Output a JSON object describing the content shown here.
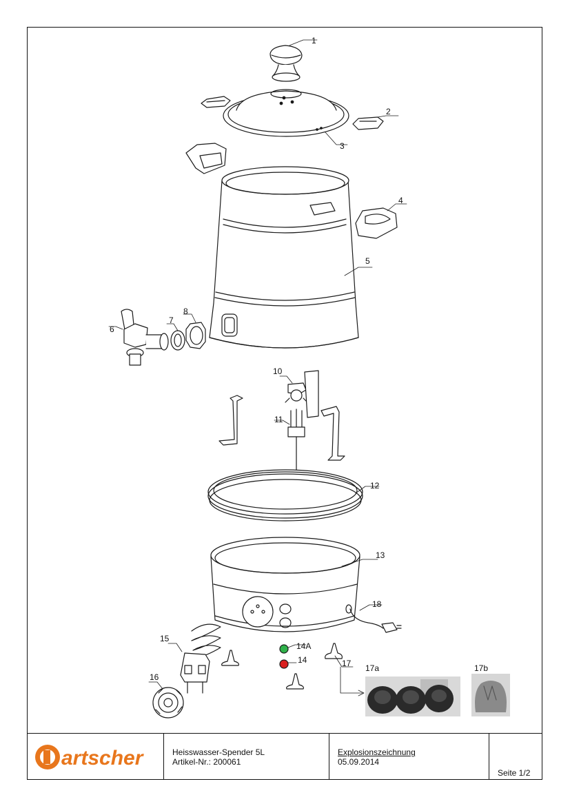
{
  "brand": {
    "name": "Bartscher",
    "color": "#e8761c"
  },
  "titleblock": {
    "product": "Heisswasser-Spender 5L",
    "article": "Artikel-Nr.: 200061",
    "doc_type": "Explosionszeichnung",
    "date": "05.09.2014",
    "page": "Seite 1/2"
  },
  "parts": [
    {
      "id": "p1",
      "label": "1"
    },
    {
      "id": "p2",
      "label": "2"
    },
    {
      "id": "p3",
      "label": "3"
    },
    {
      "id": "p4",
      "label": "4"
    },
    {
      "id": "p5",
      "label": "5"
    },
    {
      "id": "p6",
      "label": "6"
    },
    {
      "id": "p7",
      "label": "7"
    },
    {
      "id": "p8",
      "label": "8"
    },
    {
      "id": "p10",
      "label": "10"
    },
    {
      "id": "p11",
      "label": "11"
    },
    {
      "id": "p12",
      "label": "12"
    },
    {
      "id": "p13",
      "label": "13"
    },
    {
      "id": "p14a",
      "label": "14A"
    },
    {
      "id": "p14",
      "label": "14"
    },
    {
      "id": "p15",
      "label": "15"
    },
    {
      "id": "p16",
      "label": "16"
    },
    {
      "id": "p17",
      "label": "17"
    },
    {
      "id": "p17a",
      "label": "17a"
    },
    {
      "id": "p17b",
      "label": "17b"
    },
    {
      "id": "p18",
      "label": "18"
    }
  ],
  "colors": {
    "lamp_green": "#2fb14a",
    "lamp_red": "#d92020",
    "line": "#1a1a1a"
  }
}
